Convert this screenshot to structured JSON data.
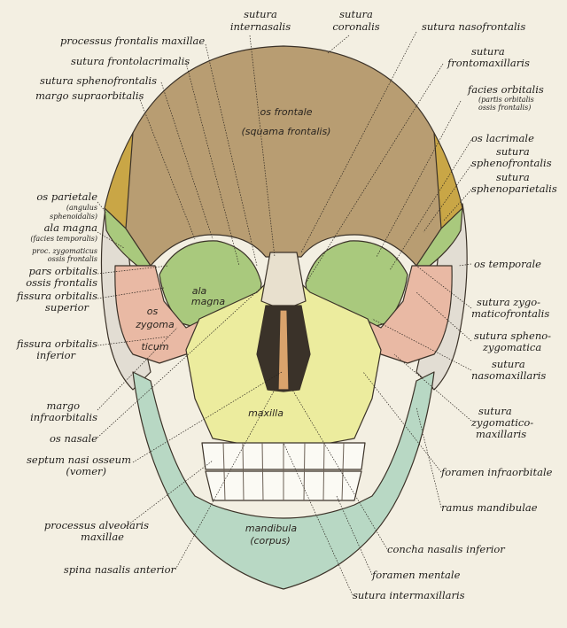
{
  "colors": {
    "background": "#f3efe2",
    "frontal": "#b89d72",
    "parietal": "#c9a646",
    "sphenoid": "#a9c97d",
    "zygomatic": "#e9b9a4",
    "maxilla": "#ecec9e",
    "nasal": "#d9a36c",
    "mandible": "#b8d8c4",
    "temporal": "#e2ddd3",
    "teeth": "#fbfaf4"
  },
  "bones": {
    "frontal": "os frontale",
    "frontal_squama": "(squama frontalis)",
    "ala_magna_1": "ala",
    "ala_magna_2": "magna",
    "os_zygoma": "os",
    "zygoma_1": "zygoma",
    "zygoma_2": "ticum",
    "maxilla": "maxilla",
    "mandibula": "mandibula",
    "corpus": "(corpus)"
  },
  "labels": {
    "sutura_internasalis_1": "sutura",
    "sutura_internasalis_2": "internasalis",
    "sutura_coronalis_1": "sutura",
    "sutura_coronalis_2": "coronalis",
    "processus_frontalis": "processus frontalis maxillae",
    "sutura_frontolacrimalis": "sutura frontolacrimalis",
    "sutura_sphenofrontalis_left": "sutura sphenofrontalis",
    "margo_supraorbitalis": "margo supraorbitalis",
    "os_parietale": "os parietale",
    "angulus_1": "(angulus",
    "angulus_2": "sphenoidalis)",
    "ala_magna_label": "ala magna",
    "facies_temporalis": "(facies temporalis)",
    "proc_zygomaticus_1": "proc. zygomaticus",
    "proc_zygomaticus_2": "ossis frontalis",
    "pars_orbitalis_1": "pars orbitalis",
    "pars_orbitalis_2": "ossis frontalis",
    "fissura_sup_1": "fissura orbitalis",
    "fissura_sup_2": "superior",
    "fissura_inf_1": "fissura orbitalis",
    "fissura_inf_2": "inferior",
    "margo_infra_1": "margo",
    "margo_infra_2": "infraorbitalis",
    "os_nasale": "os nasale",
    "septum_1": "septum nasi osseum",
    "septum_2": "(vomer)",
    "processus_alv_1": "processus alveolaris",
    "processus_alv_2": "maxillae",
    "spina": "spina nasalis anterior",
    "sutura_nasofrontalis": "sutura nasofrontalis",
    "frontomax_1": "sutura",
    "frontomax_2": "frontomaxillaris",
    "facies_orb_1": "facies orbitalis",
    "facies_orb_2": "(partis orbitalis",
    "facies_orb_3": "ossis frontalis)",
    "os_lacrimale": "os lacrimale",
    "sphenofrontalis_r1": "sutura",
    "sphenofrontalis_r2": "sphenofrontalis",
    "sphenoparietalis_1": "sutura",
    "sphenoparietalis_2": "sphenoparietalis",
    "os_temporale": "os temporale",
    "zygomaticofrontalis_1": "sutura zygo-",
    "zygomaticofrontalis_2": "maticofrontalis",
    "sphenozygomatica_1": "sutura spheno-",
    "sphenozygomatica_2": "zygomatica",
    "nasomaxillaris_1": "sutura",
    "nasomaxillaris_2": "nasomaxillaris",
    "zygomaticomax_1": "sutura",
    "zygomaticomax_2": "zygomatico-",
    "zygomaticomax_3": "maxillaris",
    "foramen_infra": "foramen infraorbitale",
    "ramus": "ramus mandibulae",
    "concha": "concha nasalis inferior",
    "foramen_mentale": "foramen mentale",
    "intermaxillaris": "sutura intermaxillaris"
  }
}
